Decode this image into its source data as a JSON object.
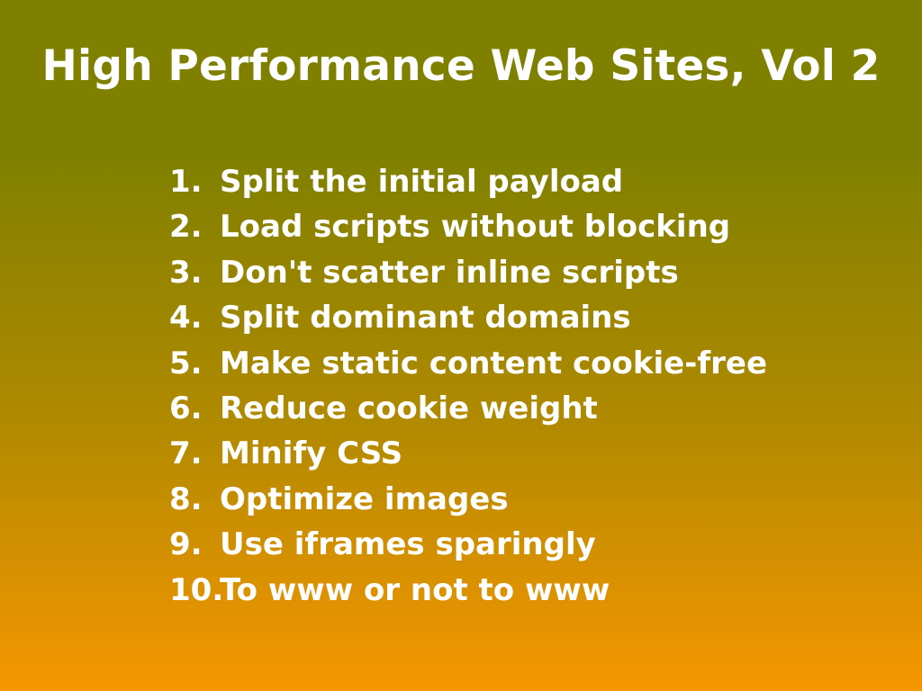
{
  "slide": {
    "title": "High Performance Web Sites, Vol 2",
    "items": [
      {
        "number": "1.",
        "text": "Split the initial payload"
      },
      {
        "number": "2.",
        "text": "Load scripts without blocking"
      },
      {
        "number": "3.",
        "text": "Don't scatter inline scripts"
      },
      {
        "number": "4.",
        "text": "Split dominant domains"
      },
      {
        "number": "5.",
        "text": "Make static content cookie-free"
      },
      {
        "number": "6.",
        "text": "Reduce cookie weight"
      },
      {
        "number": "7.",
        "text": "Minify CSS"
      },
      {
        "number": "8.",
        "text": "Optimize images"
      },
      {
        "number": "9.",
        "text": "Use iframes sparingly"
      },
      {
        "number": "10.",
        "text": "To www or not to www"
      }
    ]
  },
  "colors": {
    "background_top": "#7f8000",
    "background_bottom": "#f69600",
    "text": "#ffffff"
  }
}
